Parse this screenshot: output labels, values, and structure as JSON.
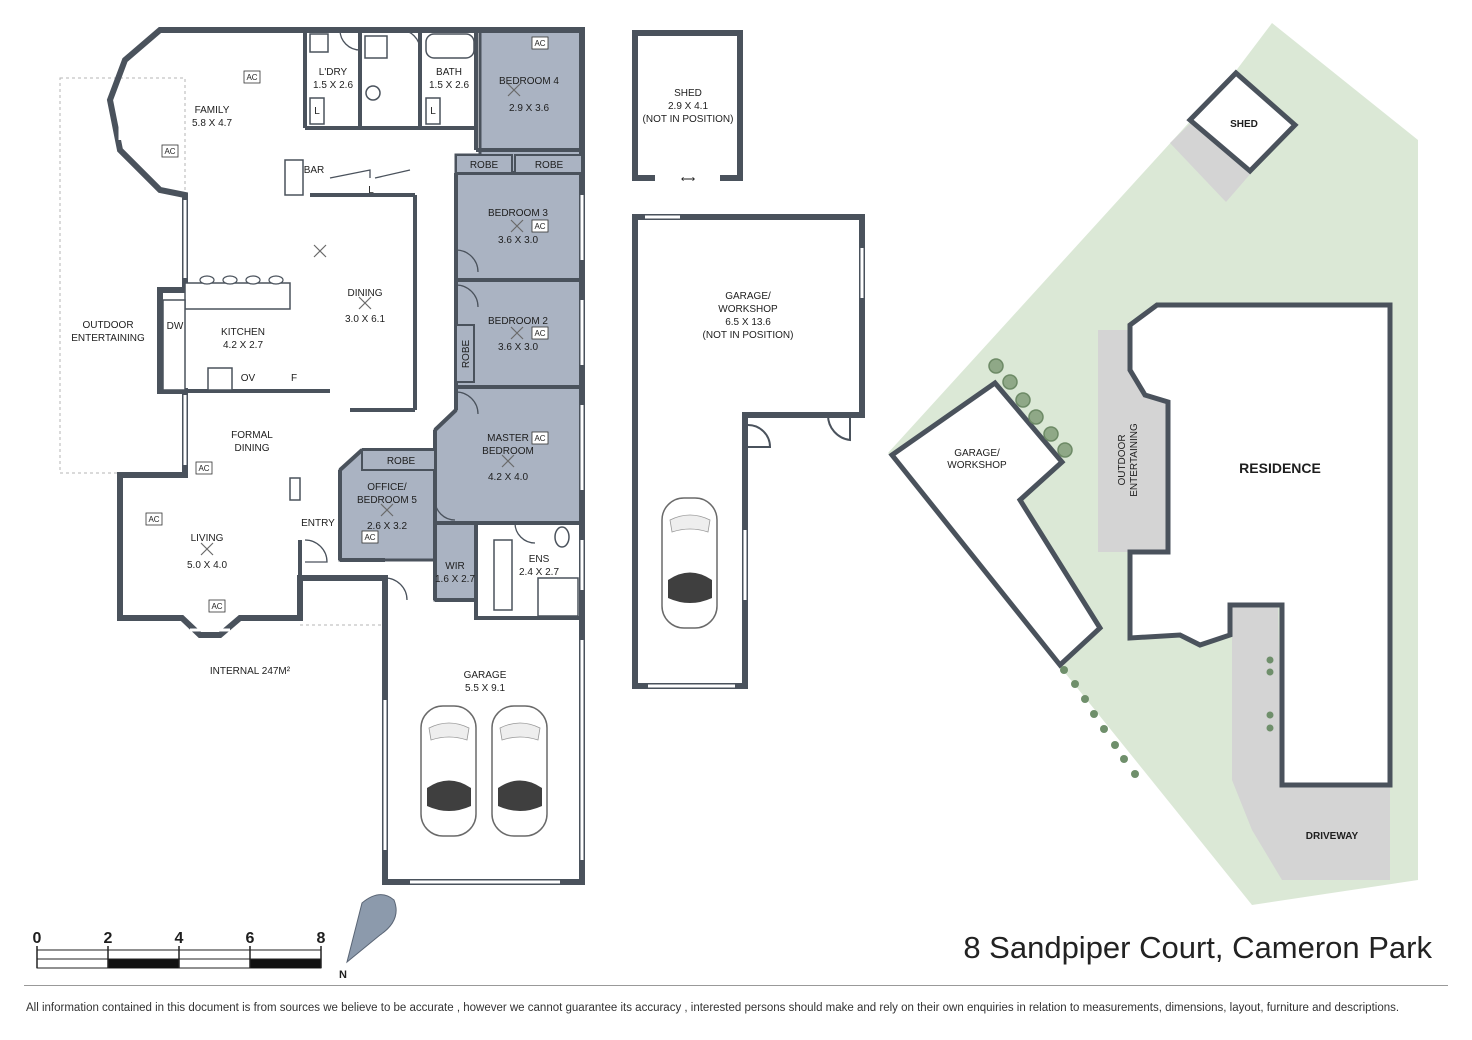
{
  "rooms": {
    "family": {
      "name": "FAMILY",
      "dim": "5.8 X 4.7"
    },
    "laundry": {
      "name": "L'DRY",
      "dim": "1.5 X 2.6"
    },
    "bath": {
      "name": "BATH",
      "dim": "1.5 X 2.6"
    },
    "bedroom4": {
      "name": "BEDROOM 4",
      "dim": "2.9 X 3.6"
    },
    "bedroom3": {
      "name": "BEDROOM 3",
      "dim": "3.6 X 3.0"
    },
    "bedroom2": {
      "name": "BEDROOM 2",
      "dim": "3.6 X 3.0"
    },
    "master": {
      "name1": "MASTER",
      "name2": "BEDROOM",
      "dim": "4.2 X 4.0"
    },
    "office": {
      "name1": "OFFICE/",
      "name2": "BEDROOM 5",
      "dim": "2.6 X 3.2"
    },
    "kitchen": {
      "name": "KITCHEN",
      "dim": "4.2 X 2.7"
    },
    "dining": {
      "name": "DINING",
      "dim": "3.0 X 6.1"
    },
    "formal": {
      "name1": "FORMAL",
      "name2": "DINING"
    },
    "living": {
      "name": "LIVING",
      "dim": "5.0 X 4.0"
    },
    "entry": {
      "name": "ENTRY"
    },
    "wir": {
      "name": "WIR",
      "dim": "1.6 X 2.7"
    },
    "ens": {
      "name": "ENS",
      "dim": "2.4 X 2.7"
    },
    "garage": {
      "name": "GARAGE",
      "dim": "5.5 X 9.1"
    },
    "outdoor": {
      "name1": "OUTDOOR",
      "name2": "ENTERTAINING"
    },
    "shed": {
      "name": "SHED",
      "dim": "2.9 X 4.1",
      "note": "(NOT IN POSITION)"
    },
    "workshop": {
      "name1": "GARAGE/",
      "name2": "WORKSHOP",
      "dim": "6.5 X 13.6",
      "note": "(NOT IN POSITION)"
    }
  },
  "labels": {
    "robe": "ROBE",
    "bar": "BAR",
    "dw": "DW",
    "ov": "OV",
    "f": "F",
    "l": "L",
    "ac": "AC",
    "internal": "INTERNAL 247M²",
    "north": "N"
  },
  "site": {
    "shed": "SHED",
    "garage1": "GARAGE/",
    "garage2": "WORKSHOP",
    "outdoor1": "OUTDOOR",
    "outdoor2": "ENTERTAINING",
    "residence": "RESIDENCE",
    "driveway": "DRIVEWAY"
  },
  "scale": {
    "ticks": [
      "0",
      "2",
      "4",
      "6",
      "8"
    ]
  },
  "address": "8 Sandpiper Court, Cameron Park",
  "disclaimer": "All information contained in this document is from sources we believe to be accurate , however we cannot guarantee its accuracy , interested persons should make and rely on their own enquiries in relation to measurements, dimensions, layout, furniture and descriptions.",
  "colors": {
    "wall": "#4a525c",
    "bedroom_fill": "#aab3c2",
    "lawn": "#dbe8d6",
    "paving": "#d9d9d9"
  }
}
